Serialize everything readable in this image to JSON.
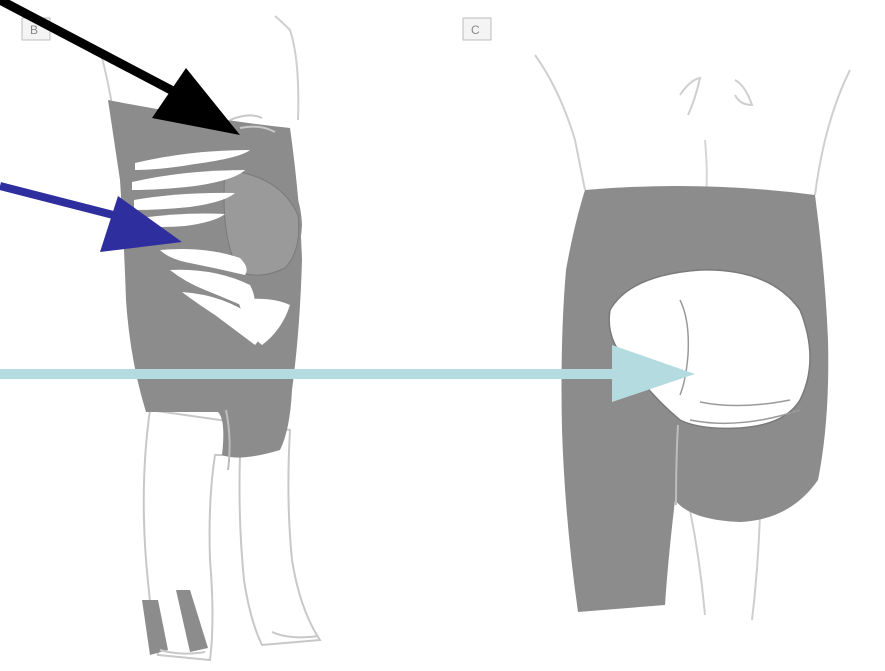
{
  "panels": {
    "left": {
      "label": "B"
    },
    "right": {
      "label": "C"
    }
  },
  "colors": {
    "shaded_region": "#8c8c8c",
    "outline": "#c8c8c8",
    "skin": "#ffffff",
    "arrow_black": "#000000",
    "arrow_blue": "#2e2e9e",
    "arrow_light": "#b4dce0"
  },
  "arrows": [
    {
      "name": "black-arrow",
      "color": "arrow_black"
    },
    {
      "name": "blue-arrow",
      "color": "arrow_blue"
    },
    {
      "name": "light-blue-arrow",
      "color": "arrow_light"
    }
  ]
}
